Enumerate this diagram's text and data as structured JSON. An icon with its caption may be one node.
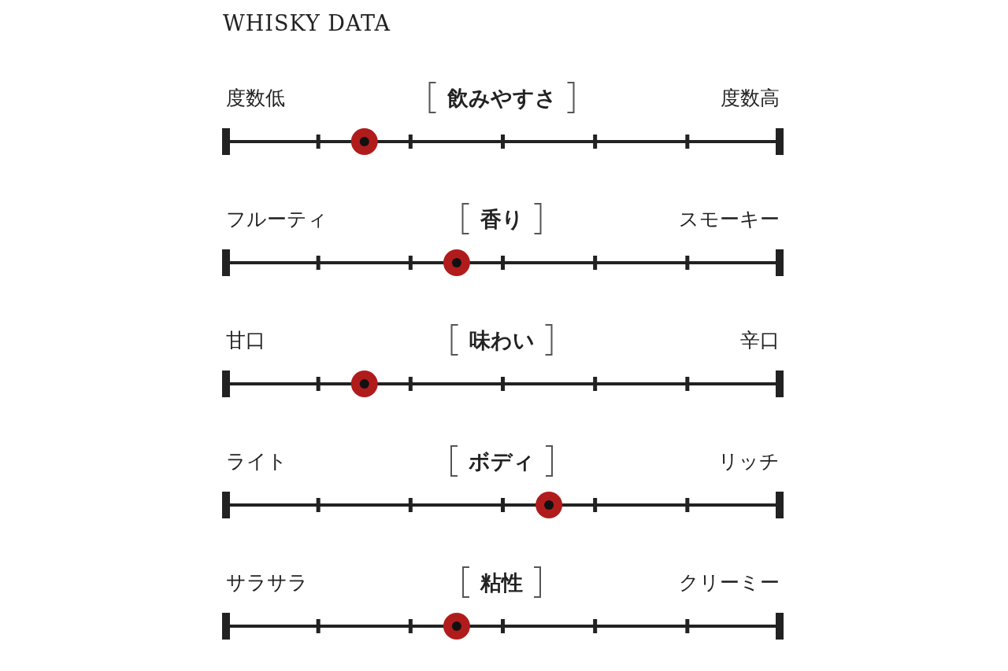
{
  "diagram": {
    "title": "WHISKY DATA",
    "labels": [
      "度数低",
      "飲みやすさ",
      "度数高",
      "フルーティ",
      "香り",
      "スモーキー",
      "甘口",
      "味わい",
      "辛口",
      "ライト",
      "ボディ",
      "リッチ",
      "サラサラ",
      "粘性",
      "クリーミー"
    ]
  }
}
